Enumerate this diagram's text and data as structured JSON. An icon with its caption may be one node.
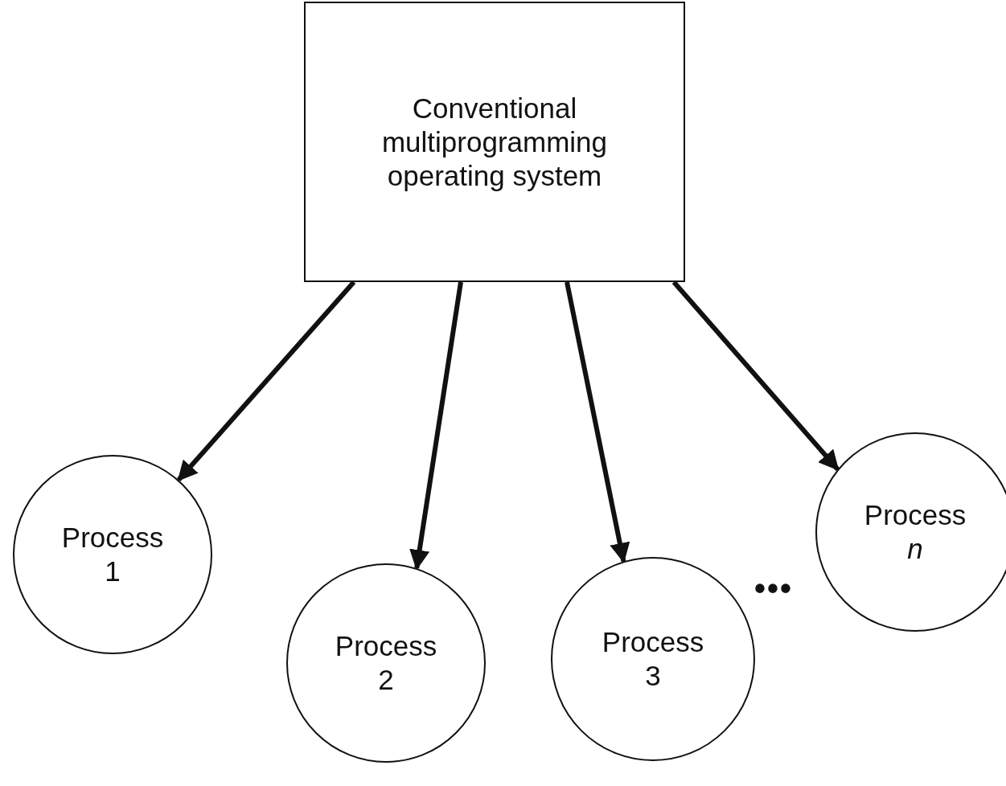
{
  "diagram": {
    "nodes": [
      {
        "text": [
          "Conventional multiprogramming operating system"
        ]
      },
      {
        "text": [
          "Process 1"
        ]
      },
      {
        "text": [
          "Process 2"
        ]
      },
      {
        "text": [
          "Process 3"
        ]
      },
      {
        "text": [
          "Process *n*"
        ]
      }
    ],
    "edges": [
      {
        "from": 0,
        "to": 1,
        "arrow": "to"
      },
      {
        "from": 0,
        "to": 2,
        "arrow": "to"
      },
      {
        "from": 0,
        "to": 3,
        "arrow": "to"
      },
      {
        "from": 0,
        "to": 4,
        "arrow": "to"
      }
    ],
    "labels": [
      "•••"
    ]
  }
}
